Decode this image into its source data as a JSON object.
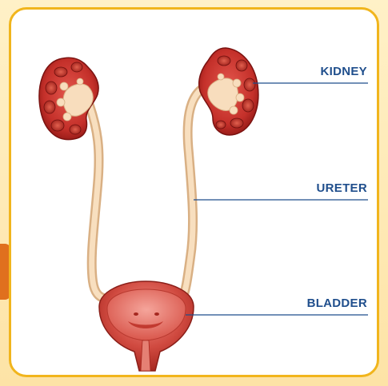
{
  "colors": {
    "page_bg": "#fde9b8",
    "card_border": "#f1b51c",
    "tab": "#e0701e",
    "label_text": "#1f4e8c",
    "leader_line": "#1f4e8c",
    "kidney_outer": "#b8201f",
    "kidney_inner": "#d9403a",
    "pelvis": "#f7d6b6",
    "ureter": "#f3d3ae",
    "bladder_outer": "#c8372d",
    "bladder_inner": "#e86d64"
  },
  "labels": {
    "kidney": "KIDNEY",
    "ureter": "URETER",
    "bladder": "BLADDER"
  }
}
